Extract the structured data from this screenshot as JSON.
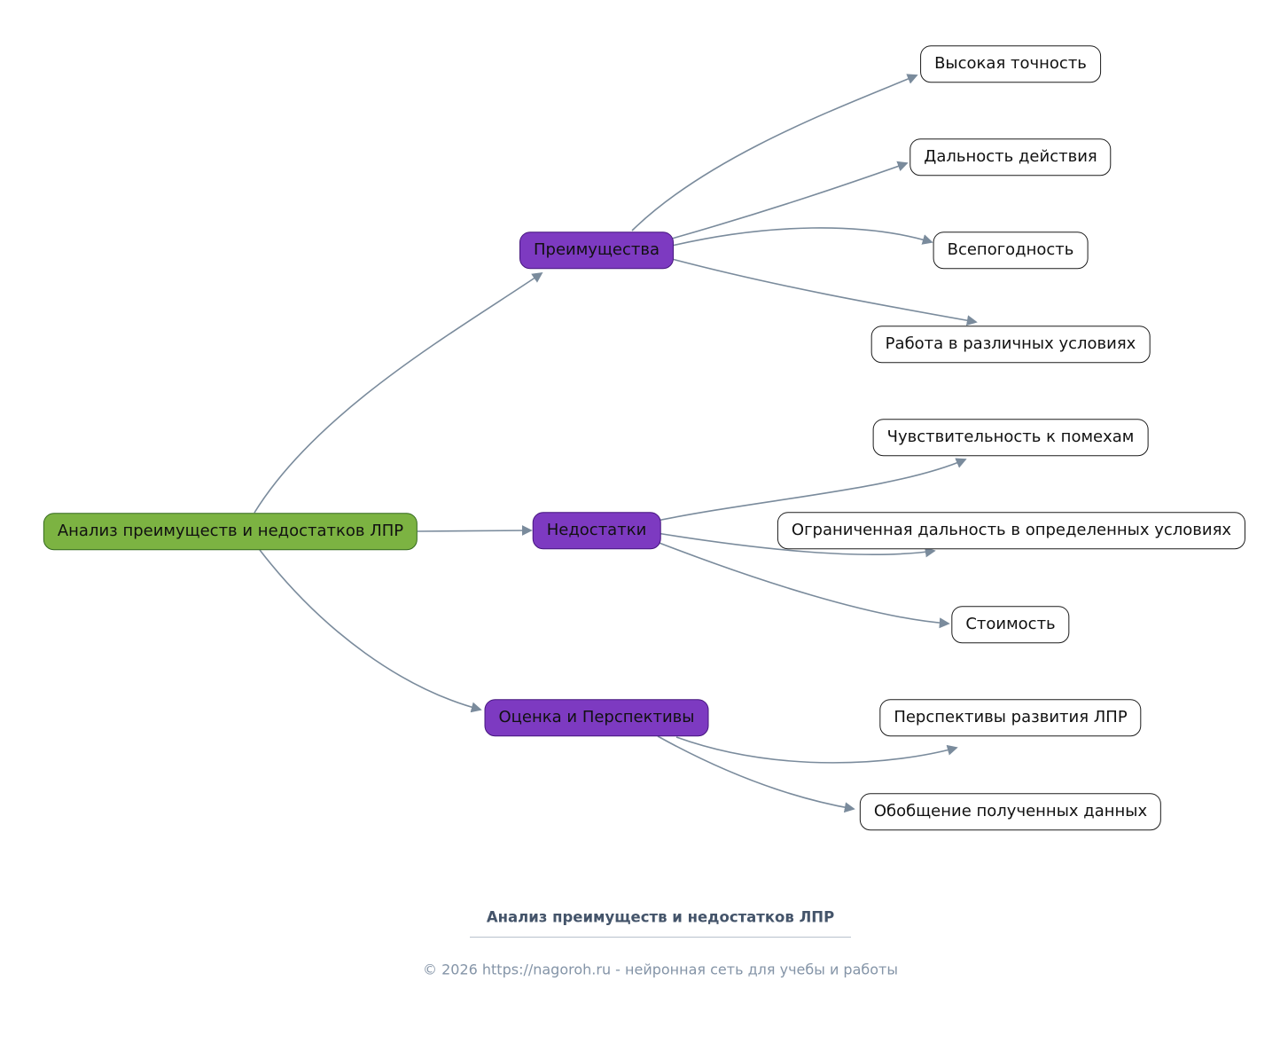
{
  "diagram": {
    "root": {
      "label": "Анализ преимуществ и недостатков ЛПР"
    },
    "branches": [
      {
        "label": "Преимущества",
        "children": [
          "Высокая точность",
          "Дальность действия",
          "Всепогодность",
          "Работа в различных условиях"
        ]
      },
      {
        "label": "Недостатки",
        "children": [
          "Чувствительность к помехам",
          "Ограниченная дальность в определенных условиях",
          "Стоимость"
        ]
      },
      {
        "label": "Оценка и Перспективы",
        "children": [
          "Перспективы развития ЛПР",
          "Обобщение полученных данных"
        ]
      }
    ]
  },
  "footer": {
    "title": "Анализ преимуществ и недостатков ЛПР",
    "copyright_prefix": "© 2026 ",
    "link": "https://nagoroh.ru",
    "copyright_suffix": " - нейронная сеть для учебы и работы"
  },
  "colors": {
    "root_fill": "#7cb342",
    "root_border": "#33691e",
    "branch_fill": "#7d3ac1",
    "branch_border": "#45157e",
    "leaf_fill": "#ffffff",
    "leaf_border": "#1b1b1b",
    "edge_color": "#7a8b9c",
    "footer_title_color": "#44546a",
    "footer_text_color": "#8494a7"
  }
}
